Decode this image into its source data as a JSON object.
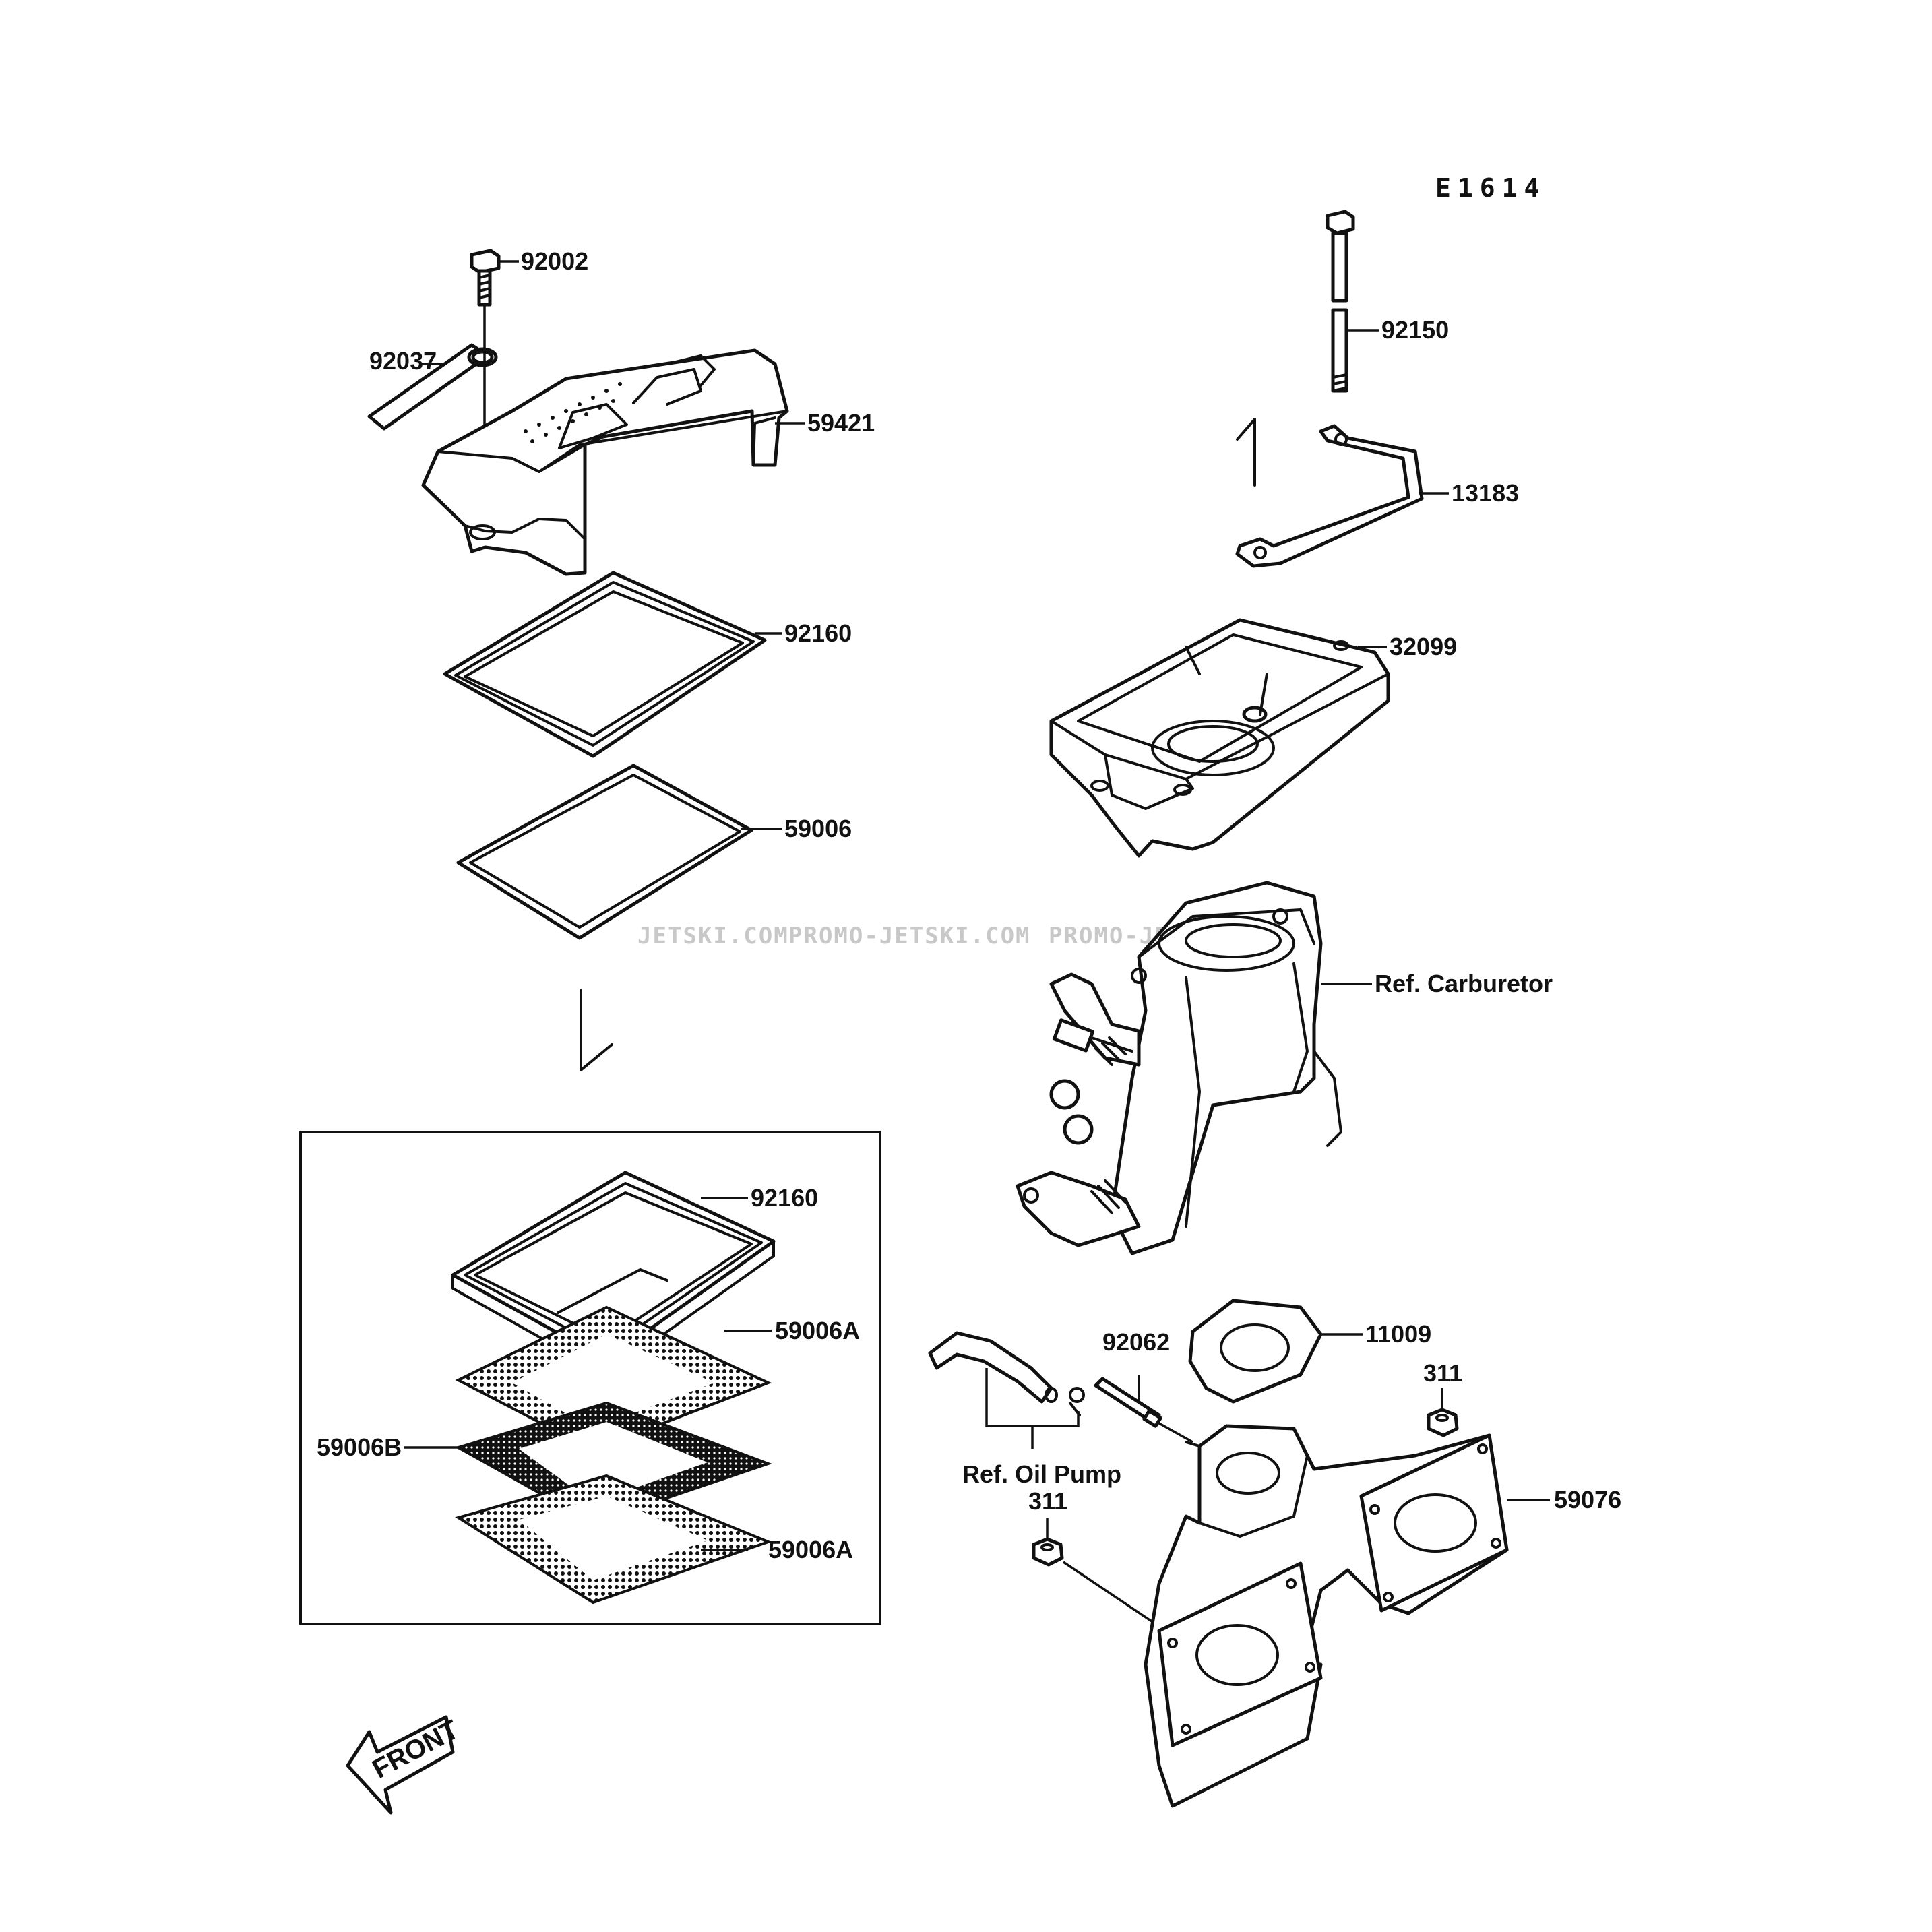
{
  "diagram_code": "E1614",
  "labels": {
    "p92002": "92002",
    "p92037": "92037",
    "p59421": "59421",
    "p92160_top": "92160",
    "p59006": "59006",
    "p92150": "92150",
    "p13183": "13183",
    "p32099": "32099",
    "ref_carburetor": "Ref. Carburetor",
    "p92160_box": "92160",
    "p59006A_top": "59006A",
    "p59006B": "59006B",
    "p59006A_bottom": "59006A",
    "p92062": "92062",
    "p11009": "11009",
    "p311_right": "311",
    "ref_oil_pump": "Ref. Oil Pump",
    "p311_left": "311",
    "p59076": "59076"
  },
  "watermark": {
    "part1": "JETSKI.COM",
    "part2": "PROMO-JETSKI.COM",
    "part3": "PROMO-JETSKI.COM"
  },
  "front_arrow_text": "FRONT",
  "icons": {
    "front_arrow": "front-arrow-icon",
    "direction_arrow": "direction-arrow-icon"
  }
}
